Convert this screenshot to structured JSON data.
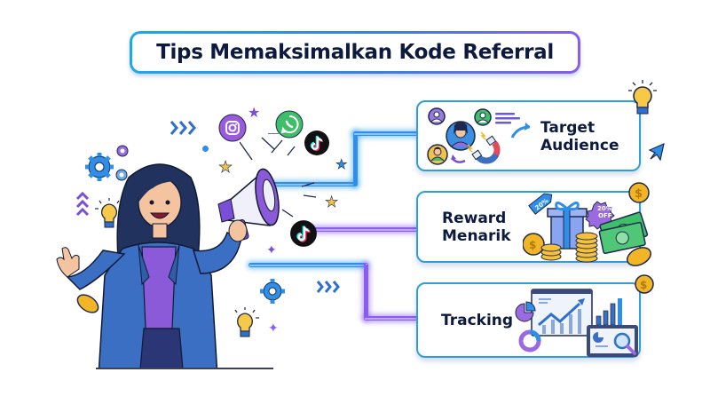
{
  "title": "Tips Memaksimalkan Kode Referral",
  "cards": [
    {
      "label_line1": "Target",
      "label_line2": "Audience",
      "illustration": "people-magnet-icon"
    },
    {
      "label_line1": "Reward",
      "label_line2": "Menarik",
      "illustration": "gift-coins-money-icon",
      "tag1": "20%",
      "tag2_line1": "20%",
      "tag2_line2": "OFF"
    },
    {
      "label_line1": "Tracking",
      "label_line2": "",
      "illustration": "analytics-dashboard-icon"
    }
  ],
  "social_icons": [
    "instagram-icon",
    "whatsapp-icon",
    "tiktok-icon",
    "tiktok-icon"
  ],
  "colors": {
    "title_text": "#0d1a3f",
    "card_border": "#2f9fdc",
    "connector_blue": "#2f8fe8",
    "connector_purple": "#8b5cf0",
    "jacket": "#3a6fc4",
    "shirt": "#8a5ad9",
    "megaphone": "#7a4fd6",
    "coin": "#f2b526"
  }
}
